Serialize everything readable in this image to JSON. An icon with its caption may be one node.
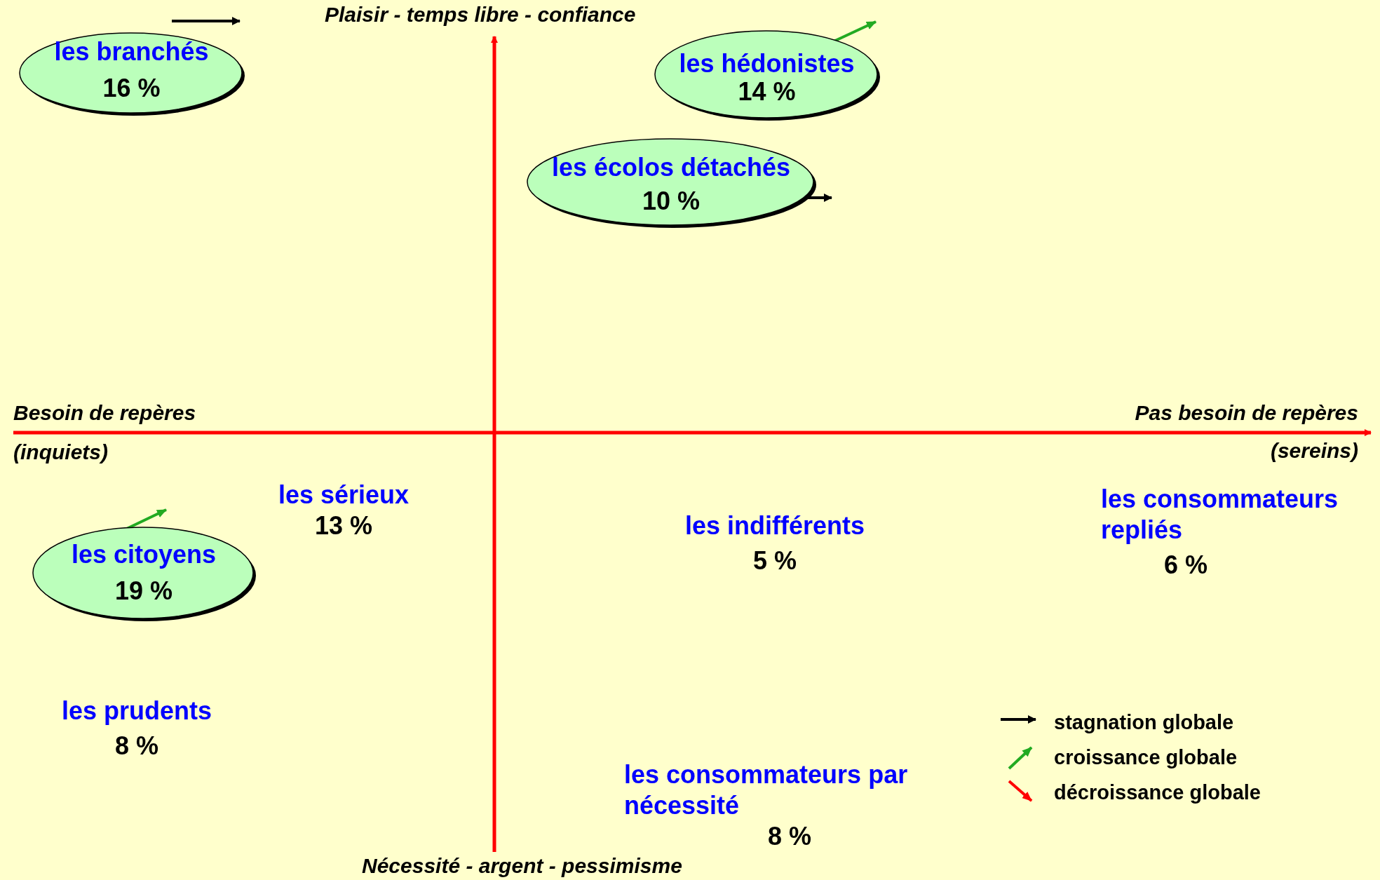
{
  "diagram": {
    "nodes": [
      {
        "text": [
          "les branchés",
          "16 %"
        ]
      },
      {
        "text": [
          "les hédonistes",
          "14 %"
        ]
      },
      {
        "text": [
          "les écolos détachés",
          "10 %"
        ]
      },
      {
        "text": [
          "les sérieux",
          "13 %"
        ]
      },
      {
        "text": [
          "les citoyens",
          "19 %"
        ]
      },
      {
        "text": [
          "les indifférents",
          "5 %"
        ]
      },
      {
        "text": [
          "les consommateurs repliés",
          "6 %"
        ]
      },
      {
        "text": [
          "les prudents",
          "8 %"
        ]
      },
      {
        "text": [
          "les consommateurs par nécessité",
          "8 %"
        ]
      }
    ],
    "labels": [
      "Plaisir - temps libre - confiance",
      "Besoin de repères",
      "(inquiets)",
      "Pas besoin de repères",
      "(sereins)",
      "Nécessité - argent - pessimisme"
    ],
    "legend": [
      {
        "text": "stagnation globale"
      },
      {
        "text": "croissance globale"
      },
      {
        "text": "décroissance globale"
      }
    ]
  }
}
